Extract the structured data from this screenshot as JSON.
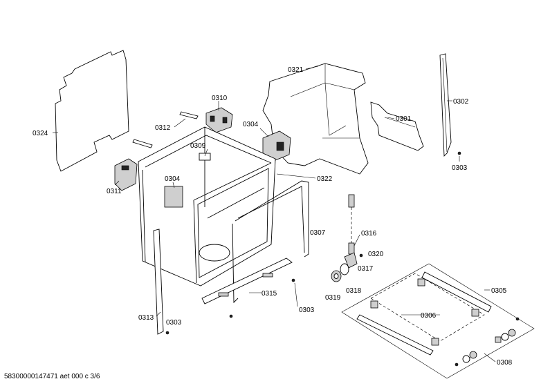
{
  "labels": {
    "p0324": "0324",
    "p0321": "0321",
    "p0310": "0310",
    "p0312": "0312",
    "p0304a": "0304",
    "p0309": "0309",
    "p0301": "0301",
    "p0302": "0302",
    "p0303a": "0303",
    "p0311": "0311",
    "p0304b": "0304",
    "p0322": "0322",
    "p0307": "0307",
    "p0316": "0316",
    "p0320": "0320",
    "p0317": "0317",
    "p0318": "0318",
    "p0319": "0319",
    "p0315": "0315",
    "p0303b": "0303",
    "p0305": "0305",
    "p0306": "0306",
    "p0313": "0313",
    "p0303c": "0303",
    "p0308": "0308"
  },
  "footer": "58300000147471 aet 000 c 3/6"
}
